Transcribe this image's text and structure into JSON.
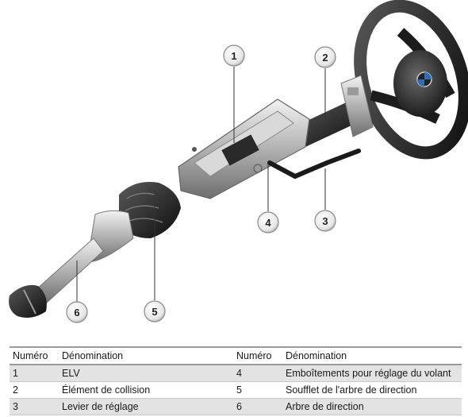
{
  "callouts": [
    "1",
    "2",
    "3",
    "4",
    "5",
    "6"
  ],
  "table": {
    "headers": [
      "Numéro",
      "Dénomination",
      "Numéro",
      "Dénomination"
    ],
    "rows": [
      [
        "1",
        "ELV",
        "4",
        "Emboîtements pour réglage du volant"
      ],
      [
        "2",
        "Élément de collision",
        "5",
        "Soufflet de l'arbre de direction"
      ],
      [
        "3",
        "Levier de réglage",
        "6",
        "Arbre de direction"
      ]
    ]
  }
}
